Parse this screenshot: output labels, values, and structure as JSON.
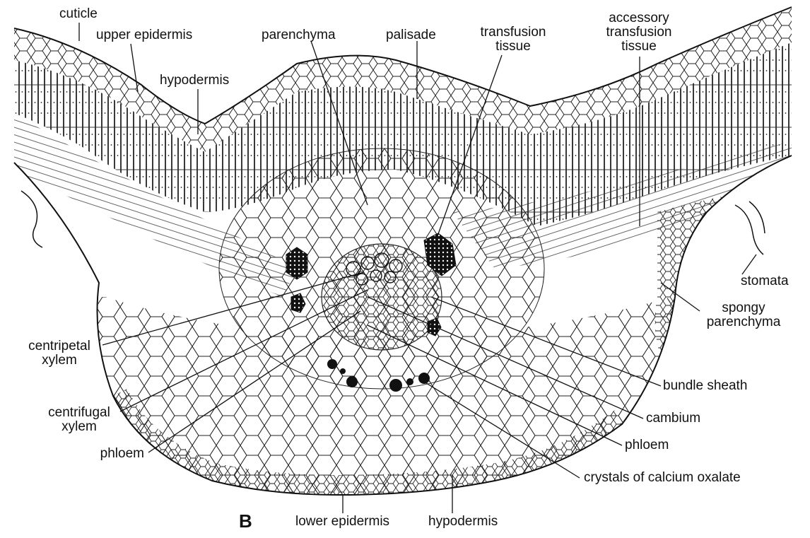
{
  "panel_label": "B",
  "labels": {
    "cuticle": "cuticle",
    "upper_epidermis": "upper epidermis",
    "hypodermis_top": "hypodermis",
    "parenchyma": "parenchyma",
    "palisade": "palisade",
    "transfusion_tissue_1": "transfusion",
    "transfusion_tissue_2": "tissue",
    "accessory_1": "accessory",
    "accessory_2": "transfusion",
    "accessory_3": "tissue",
    "stomata": "stomata",
    "spongy_1": "spongy",
    "spongy_2": "parenchyma",
    "bundle_sheath": "bundle sheath",
    "cambium": "cambium",
    "phloem_right": "phloem",
    "crystals": "crystals of calcium oxalate",
    "hypodermis_bottom": "hypodermis",
    "lower_epidermis": "lower epidermis",
    "phloem_left": "phloem",
    "centrifugal_1": "centrifugal",
    "centrifugal_2": "xylem",
    "centripetal_1": "centripetal",
    "centripetal_2": "xylem"
  },
  "colors": {
    "ink": "#111111",
    "paper": "#ffffff"
  }
}
